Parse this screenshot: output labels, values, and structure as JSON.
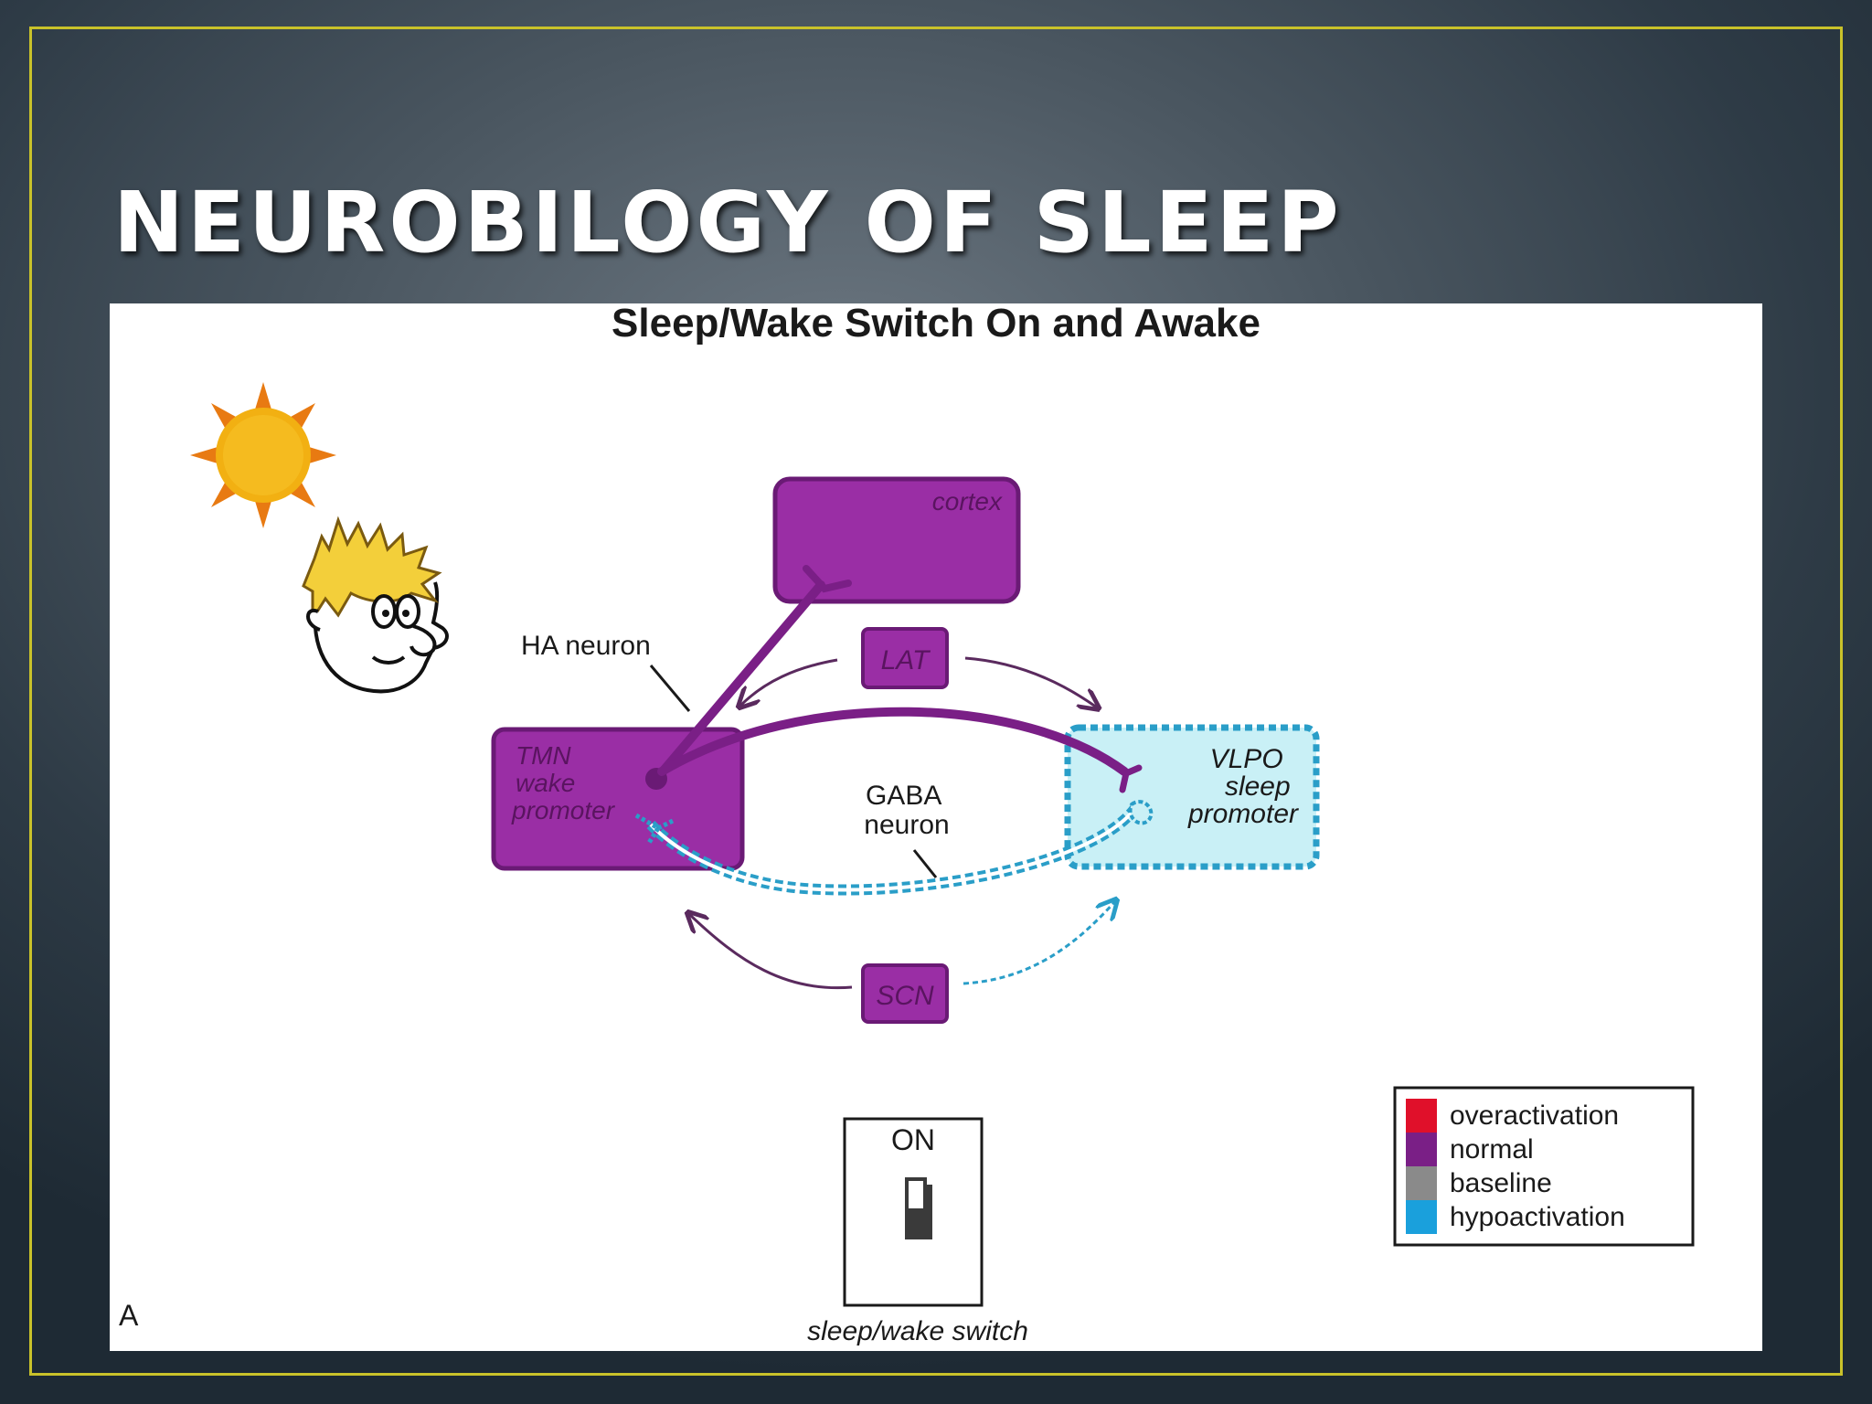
{
  "slide": {
    "title": "NEUROBILOGY OF SLEEP"
  },
  "figure": {
    "title": "Sleep/Wake Switch On and Awake",
    "panel_letter": "A",
    "nodes": {
      "cortex": "cortex",
      "lat": "LAT",
      "scn": "SCN",
      "tmn": [
        "TMN",
        "wake",
        "promoter"
      ],
      "vlpo": [
        "VLPO",
        "sleep",
        "promoter"
      ]
    },
    "labels": {
      "ha_neuron": "HA neuron",
      "gaba_neuron": [
        "GABA",
        "neuron"
      ]
    },
    "switch": {
      "state": "ON",
      "caption": "sleep/wake switch"
    },
    "legend": [
      {
        "label": "overactivation",
        "color": "#e0102a"
      },
      {
        "label": "normal",
        "color": "#7a1f86"
      },
      {
        "label": "baseline",
        "color": "#8a8a8a"
      },
      {
        "label": "hypoactivation",
        "color": "#1aa0dc"
      }
    ],
    "colors": {
      "normal_fill": "#9a2ea5",
      "normal_stroke": "#6a1a75",
      "hypo_fill": "#c9f0f6",
      "hypo_stroke": "#2a9ec8",
      "sun": "#f2b012"
    },
    "icons": [
      "sun-icon",
      "face-icon",
      "toggle-switch-icon"
    ]
  }
}
